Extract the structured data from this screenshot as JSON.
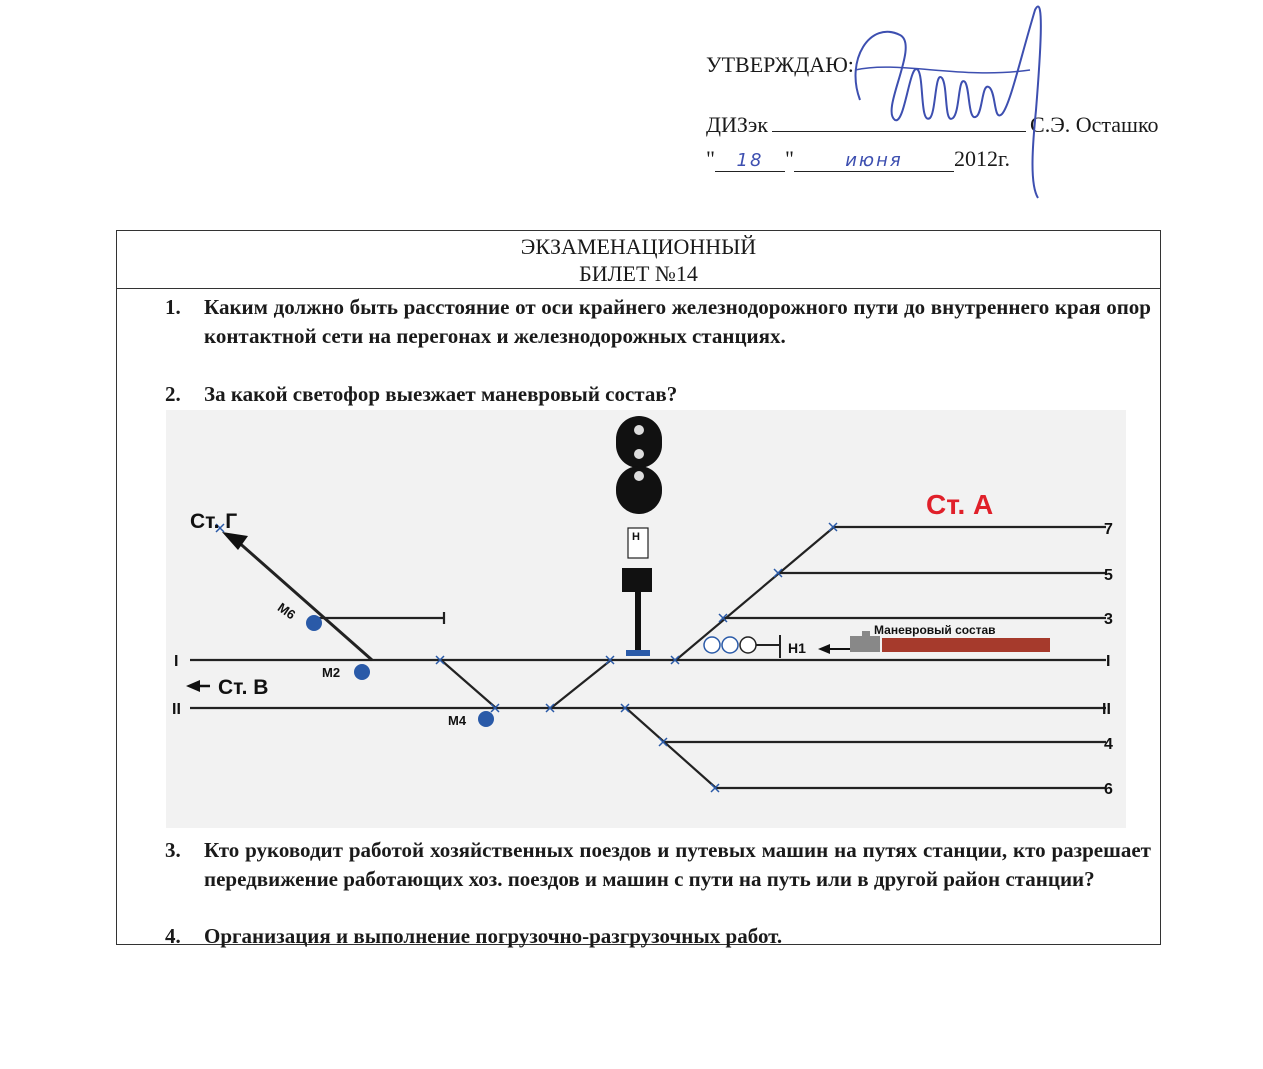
{
  "approval": {
    "title": "УТВЕРЖДАЮ:",
    "position": "ДИЗэк",
    "name": "С.Э. Осташко",
    "quote_open": "\"",
    "day": "18",
    "quote_close": "\"",
    "month": "июня",
    "year": "2012г."
  },
  "ticket": {
    "heading_line1": "ЭКЗАМЕНАЦИОННЫЙ",
    "heading_line2": "БИЛЕТ №14",
    "questions": [
      {
        "num": "1.",
        "text": "Каким должно быть расстояние от оси крайнего железнодорожного пути до внутреннего края опор контактной сети на перегонах и железнодорожных станциях."
      },
      {
        "num": "2.",
        "text": "За какой светофор выезжает маневровый состав?"
      },
      {
        "num": "3.",
        "text": "Кто руководит работой хозяйственных поездов и путевых машин на путях станции, кто разрешает передвижение работающих хоз. поездов и машин с пути на путь или в другой район станции?"
      },
      {
        "num": "4.",
        "text": "Организация и выполнение погрузочно-разгрузочных работ."
      }
    ]
  },
  "diagram": {
    "station_a": "Ст. А",
    "station_g": "Ст. Г",
    "station_v": "Ст. В",
    "track_labels": {
      "t7": "7",
      "t5": "5",
      "t3": "3",
      "t1_left": "I",
      "t1_right": "I",
      "t2_left": "II",
      "t2_right": "II",
      "t4": "4",
      "t6": "6"
    },
    "signals": {
      "m6": "М6",
      "m2": "М2",
      "m4": "М4",
      "n1": "Н1",
      "big_n": "Н"
    },
    "consist_label": "Маневровый состав",
    "colors": {
      "red_title": "#e0202a",
      "consist": "#a63a2c",
      "signal_blue": "#2a5aa8",
      "track": "#222222",
      "panel_bg": "#f2f2f2"
    }
  }
}
